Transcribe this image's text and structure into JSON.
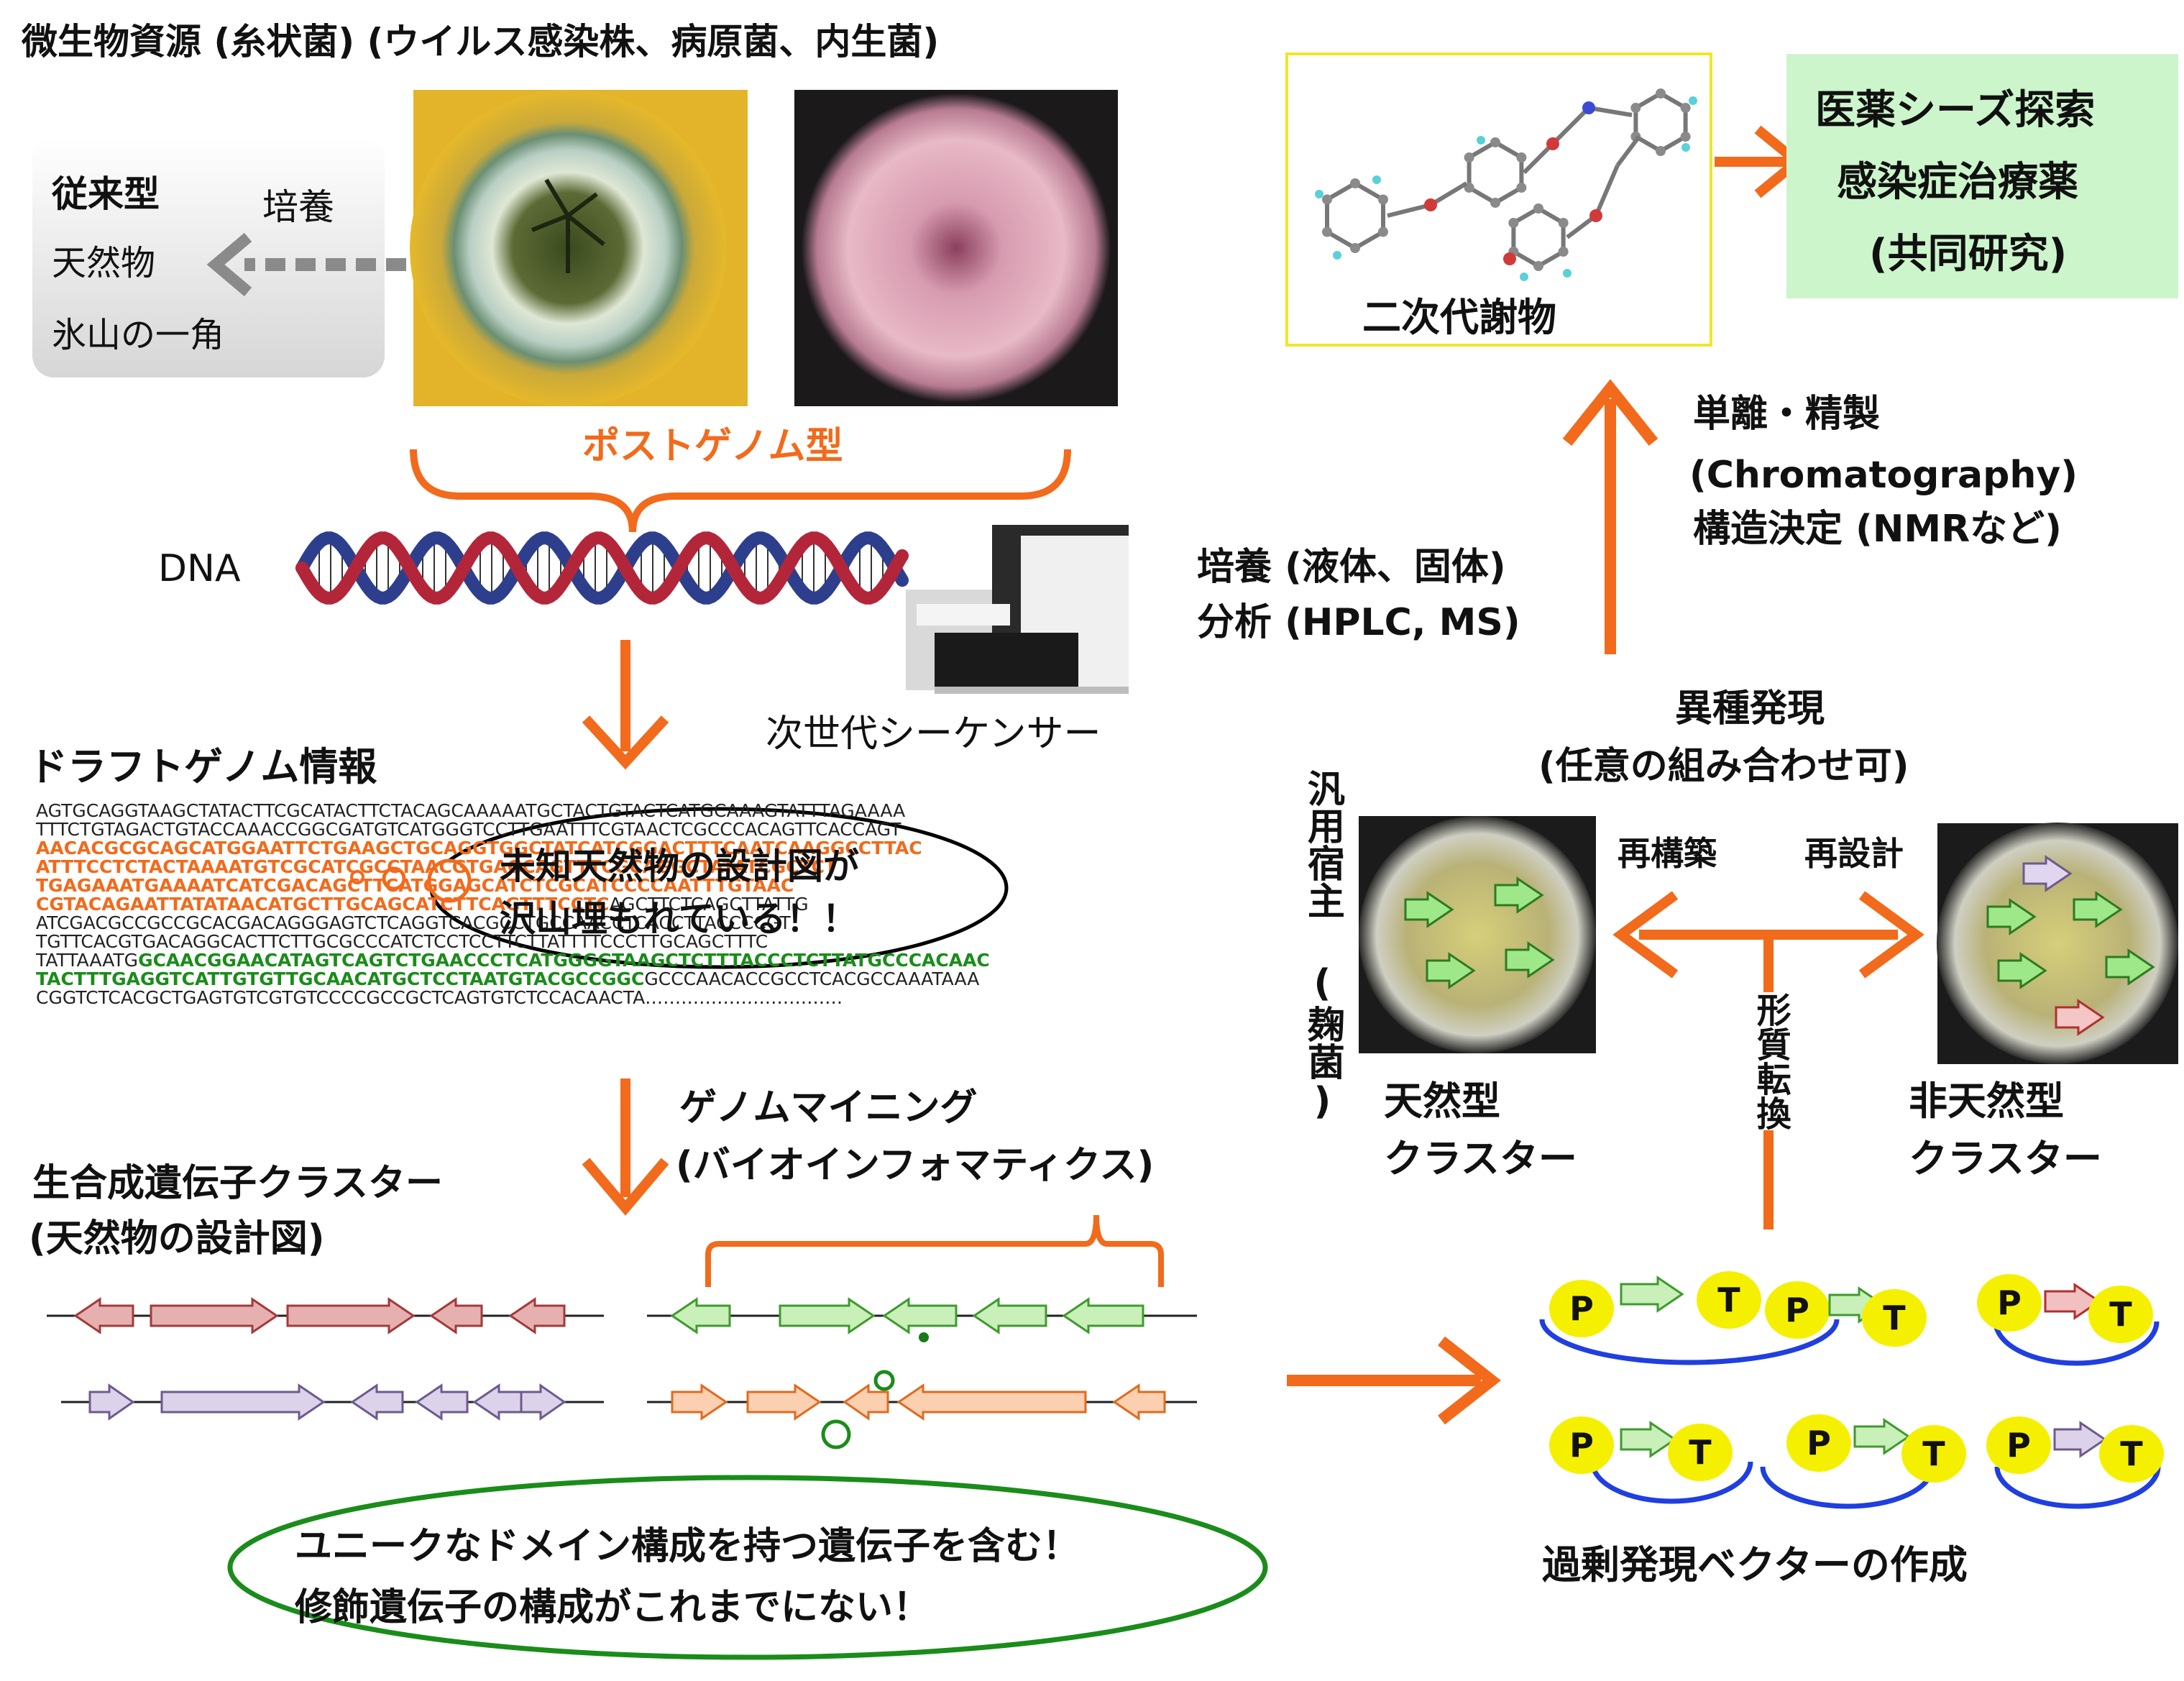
{
  "title": "微生物資源 (糸状菌) (ウイルス感染株、病原菌、内生菌)",
  "conventional": {
    "heading": "従来型",
    "line1": "天然物",
    "line2": "氷山の一角",
    "arrow_label": "培養"
  },
  "postgenome_label": "ポストゲノム型",
  "dna_label": "DNA",
  "sequencer_label": "次世代シーケンサー",
  "draft_genome": {
    "heading": "ドラフトゲノム情報",
    "lines": [
      {
        "parts": [
          {
            "c": "black",
            "t": "AGTGCAGGTAAGCTATACTTCGCATACTTCTACAGCAAAAATGCTACTGTACTCATGCAAAGTATTTAGAAAA"
          }
        ]
      },
      {
        "parts": [
          {
            "c": "black",
            "t": "TTTCTGTAGACTGTACCAAACCGGCGATGTCATGGGTCCTTGAATTTCGTAACTCGCCCACAGTTCACCAGT"
          }
        ]
      },
      {
        "parts": [
          {
            "c": "orange",
            "t": "AACACGCGCAGCATGGAATTCTGAAGCTGCAGGTGGCTATCATCGGACTTTCAATCAAGGCCTTAC"
          }
        ]
      },
      {
        "parts": [
          {
            "c": "orange",
            "t": "ATTTCCTCTACTAAAATGTCGCATCGCCTAACGTGAGCAGTTTCGCAGGCTATATCGCTCT"
          }
        ]
      },
      {
        "parts": [
          {
            "c": "orange",
            "t": "TGAGAAATGAAAATCATCGACAGCTTCATGGAGCATCTCGCATCCCCAATTTGTAAC"
          }
        ]
      },
      {
        "parts": [
          {
            "c": "orange",
            "t": "CGTACAGAATTATATAACATGCTTGCAGCATCTTCAGTTTCCTC"
          },
          {
            "c": "black",
            "t": "AGCTTCTCAGCTTATTG"
          }
        ]
      },
      {
        "parts": [
          {
            "c": "black",
            "t": "ATCGACGCCGCCGCACGACAGGGAGTCTCAGGTCACGCCTGCCAACCTCACCTTACCCCGT"
          }
        ]
      },
      {
        "parts": [
          {
            "c": "black",
            "t": "TGTTCACGTGACAGGCACTTCTTGCGCCCATCTCCTCCTTCTTATTTTCCCTTGCAGCTTTC"
          }
        ]
      },
      {
        "parts": [
          {
            "c": "black",
            "t": "TATTAAATG"
          },
          {
            "c": "green",
            "t": "GCAACGGAACATAGTCAGTCTGAACCCTCATGGGGTAAGCTCTTTACCCTCTTATGCCCACAAC"
          }
        ]
      },
      {
        "parts": [
          {
            "c": "green",
            "t": "TACTTTGAGGTCATTGTGTTGCAACATGCTCCTAATGTACGCCGGC"
          },
          {
            "c": "black",
            "t": "GCCCAACACCGCCTCACGCCAAATAAA"
          }
        ]
      },
      {
        "parts": [
          {
            "c": "black",
            "t": "CGGTCTCACGCTGAGTGTCGTGTCCCCGCCGCTCAGTGTCTCCACAACTA……………………………"
          }
        ]
      }
    ]
  },
  "cloud1": {
    "line1": "未知天然物の設計図が",
    "line2": "沢山埋もれている！！"
  },
  "genome_mining": {
    "line1": "ゲノムマイニング",
    "line2": "(バイオインフォマティクス)"
  },
  "cluster": {
    "line1": "生合成遺伝子クラスター",
    "line2": "(天然物の設計図)"
  },
  "cloud2": {
    "line1": "ユニークなドメイン構成を持つ遺伝子を含む！",
    "line2": "修飾遺伝子の構成がこれまでにない！"
  },
  "secondary_metabolite": "二次代謝物",
  "drug": {
    "line1": "医薬シーズ探索",
    "line2": "感染症治療薬",
    "line3": "(共同研究)"
  },
  "isolation": {
    "line1": "単離・精製",
    "line2": "(Chromatography)",
    "line3": "構造決定 (NMRなど)"
  },
  "culture_analysis": {
    "line1": "培養 (液体、固体)",
    "line2": "分析 (HPLC, MS)"
  },
  "heterologous": {
    "line1": "異種発現",
    "line2": "(任意の組み合わせ可)"
  },
  "host_label": "汎用宿主 (麹菌)",
  "reconstruct": "再構築",
  "redesign": "再設計",
  "transformation": "形質転換",
  "natural_cluster": {
    "line1": "天然型",
    "line2": "クラスター"
  },
  "unnatural_cluster": {
    "line1": "非天然型",
    "line2": "クラスター"
  },
  "vector_label": "過剰発現ベクターの作成",
  "promoter_letter": "P",
  "terminator_letter": "T",
  "colors": {
    "accent_orange": "#f26a1b",
    "drug_box": "#ccf5cc",
    "vector_loop": "#1f3fe0",
    "ellipse_yellow": "#f5f000"
  }
}
